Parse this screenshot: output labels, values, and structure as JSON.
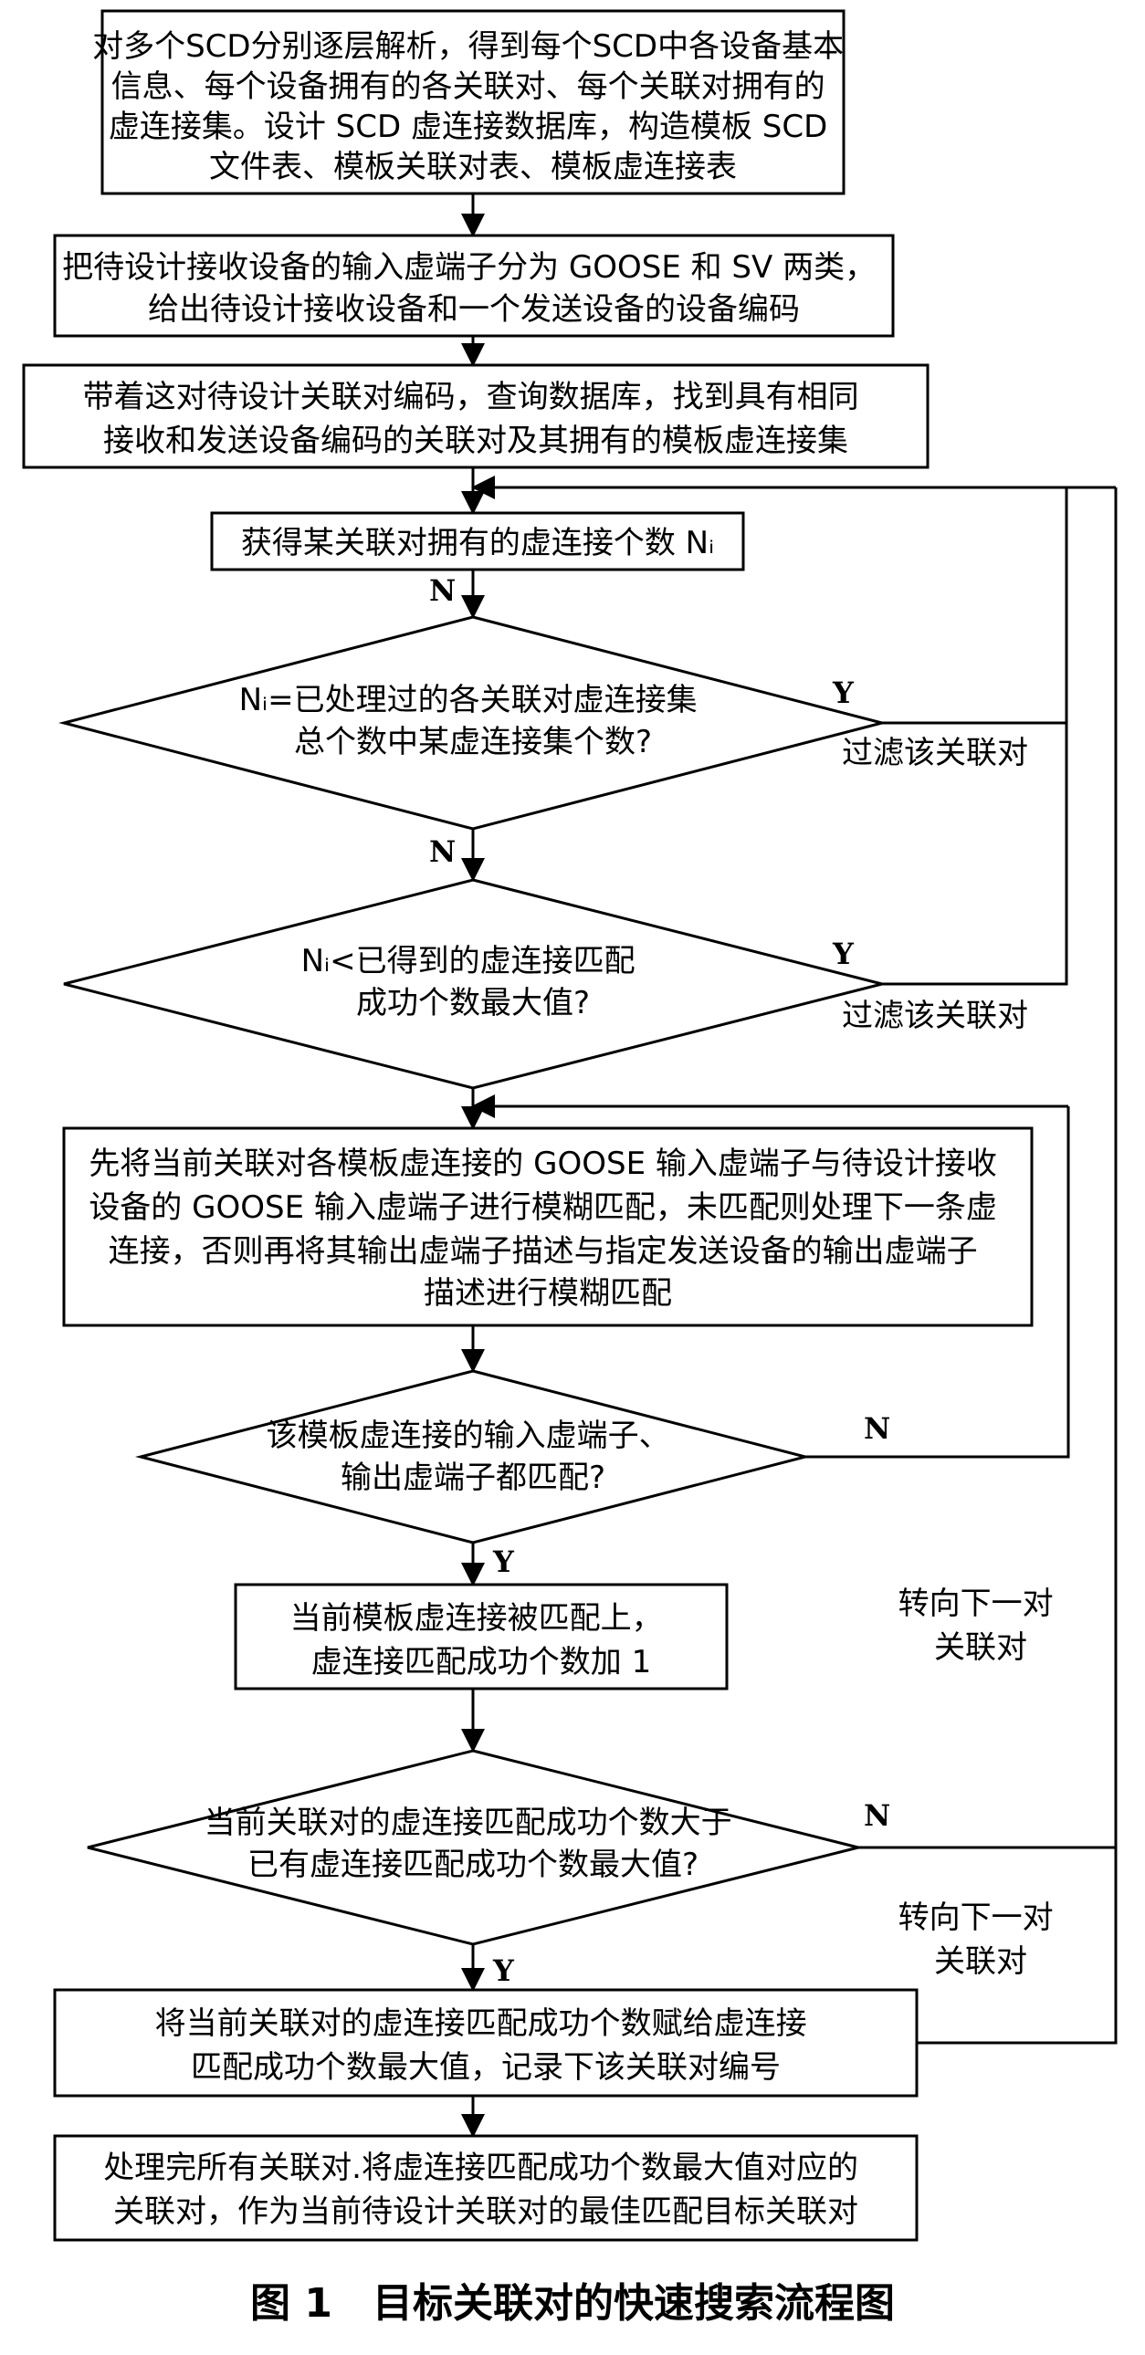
{
  "boxes": {
    "b1": [
      "对多个SCD分别逐层解析，得到每个SCD中各设备基本",
      "信息、每个设备拥有的各关联对、每个关联对拥有的",
      "虚连接集。设计 SCD 虚连接数据库，构造模板 SCD",
      "文件表、模板关联对表、模板虚连接表"
    ],
    "b2": [
      "把待设计接收设备的输入虚端子分为 GOOSE 和 SV 两类，",
      "给出待设计接收设备和一个发送设备的设备编码"
    ],
    "b3": [
      "带着这对待设计关联对编码，查询数据库，找到具有相同",
      "接收和发送设备编码的关联对及其拥有的模板虚连接集"
    ],
    "b4": [
      "获得某关联对拥有的虚连接个数 Nᵢ"
    ],
    "d1": [
      "Nᵢ=已处理过的各关联对虚连接集",
      "总个数中某虚连接集个数?"
    ],
    "d2": [
      "Nᵢ<已得到的虚连接匹配",
      "成功个数最大值?"
    ],
    "b5": [
      "先将当前关联对各模板虚连接的 GOOSE 输入虚端子与待设计接收",
      "设备的 GOOSE 输入虚端子进行模糊匹配，未匹配则处理下一条虚",
      "连接，否则再将其输出虚端子描述与指定发送设备的输出虚端子",
      "描述进行模糊匹配"
    ],
    "d3": [
      "该模板虚连接的输入虚端子、",
      "输出虚端子都匹配?"
    ],
    "b6": [
      "当前模板虚连接被匹配上，",
      "虚连接匹配成功个数加 1"
    ],
    "d4": [
      "当前关联对的虚连接匹配成功个数大于",
      "已有虚连接匹配成功个数最大值?"
    ],
    "b7": [
      "将当前关联对的虚连接匹配成功个数赋给虚连接",
      "匹配成功个数最大值，记录下该关联对编号"
    ],
    "b8": [
      "处理完所有关联对.将虚连接匹配成功个数最大值对应的",
      "关联对，作为当前待设计关联对的最佳匹配目标关联对"
    ]
  },
  "labels": {
    "n1": "N",
    "n2": "N",
    "n3": "N",
    "n4": "N",
    "y1": "Y",
    "y2": "Y",
    "y3": "Y",
    "y4": "Y",
    "filter1": "过滤该关联对",
    "filter2": "过滤该关联对",
    "next1": [
      "转向下一对",
      "关联对"
    ],
    "next2": [
      "转向下一对",
      "关联对"
    ]
  },
  "caption": "图 1　目标关联对的快速搜索流程图"
}
